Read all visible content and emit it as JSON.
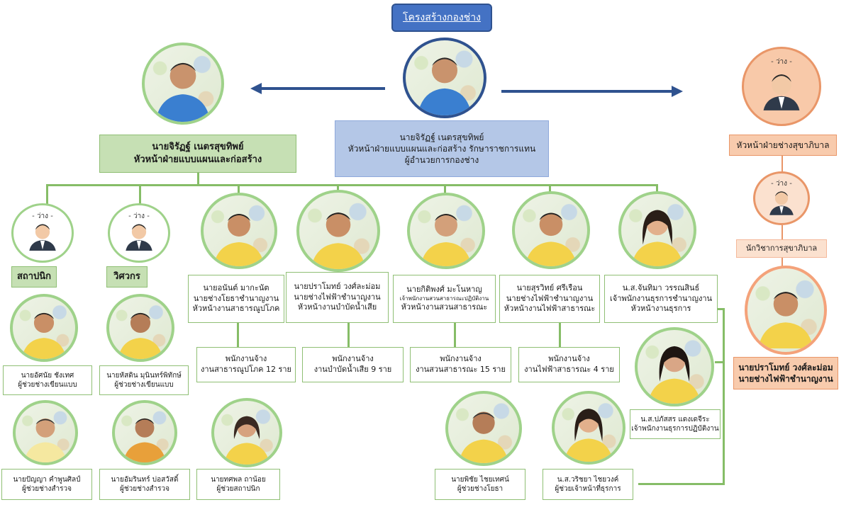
{
  "title": "โครงสร้างกองช่าง",
  "vacant_label": "- ว่าง -",
  "director": {
    "name": "นายจิรัฏฐ์ เนตรสุขทิพย์",
    "line1": "หัวหน้าฝ่ายแบบแผนและก่อสร้าง รักษาราชการแทน",
    "line2": "ผู้อำนวยการกองช่าง"
  },
  "design_head": {
    "name": "นายจิรัฏฐ์ เนตรสุขทิพย์",
    "title": "หัวหน้าฝ่ายแบบแผนและก่อสร้าง"
  },
  "sanitation": {
    "head_title": "หัวหน้าฝ่ายช่างสุขาภิบาล",
    "scientist": "นักวิชาการสุขาภิบาล",
    "tech_name": "นายปราโมทย์  วงศ์ละม่อม",
    "tech_title": "นายช่างไฟฟ้าชำนาญงาน"
  },
  "architect_label": "สถาปนิก",
  "engineer_label": "วิศวกร",
  "assistants": [
    {
      "name": "นายอัศนัย  ชังเทศ",
      "title": "ผู้ช่วยช่างเขียนแบบ"
    },
    {
      "name": "นายหัสดิน  มุนินทร์พิทักษ์",
      "title": "ผู้ช่วยช่างเขียนแบบ"
    },
    {
      "name": "นายปัญญา  คำพูนศิลป์",
      "title": "ผู้ช่วยช่างสำรวจ"
    },
    {
      "name": "นายอัมรินทร์  บ่อสวัสดิ์",
      "title": "ผู้ช่วยช่างสำรวจ"
    },
    {
      "name": "นายทศพล  ถาน้อย",
      "title": "ผู้ช่วยสถาปนิก"
    }
  ],
  "units": [
    {
      "name": "นายอนันต์  มากะนัต",
      "title": "นายช่างโยธาชำนาญงาน",
      "head": "หัวหน้างานสาธารณูปโภค",
      "staff_label": "พนักงานจ้าง",
      "staff_desc": "งานสาธารณูปโภค  12  ราย"
    },
    {
      "name": "นายปราโมทย์  วงศ์ละม่อม",
      "title": "นายช่างไฟฟ้าชำนาญงาน",
      "head": "หัวหน้างานบำบัดน้ำเสีย",
      "staff_label": "พนักงานจ้าง",
      "staff_desc": "งานบำบัดน้ำเสีย  9  ราย"
    },
    {
      "name": "นายกิติพงศ์  มะโนหาญ",
      "title": "เจ้าพนักงานสวนสาธารณะปฏิบัติงาน",
      "head": "หัวหน้างานสวนสาธารณะ",
      "staff_label": "พนักงานจ้าง",
      "staff_desc": "งานสวนสาธารณะ  15  ราย"
    },
    {
      "name": "นายสุรวิทย์  ศรีเรือน",
      "title": "นายช่างไฟฟ้าชำนาญงาน",
      "head": "หัวหน้างานไฟฟ้าสาธารณะ",
      "staff_label": "พนักงานจ้าง",
      "staff_desc": "งานไฟฟ้าสาธารณะ  4  ราย"
    },
    {
      "name": "น.ส.จันทิมา  วรรณสินธ์",
      "title": "เจ้าพนักงานธุรการชำนาญงาน",
      "head": "หัวหน้างานธุรการ"
    }
  ],
  "admin_staff": [
    {
      "name": "น.ส.ปภัสสร  แดงเดจีระ",
      "title": "เจ้าพนักงานธุรการปฏิบัติงาน"
    },
    {
      "name": "นายพิชัย  ไชยเทศน์",
      "title": "ผู้ช่วยช่างโยธา"
    },
    {
      "name": "น.ส.วริชยา  ไชยวงค์",
      "title": "ผู้ช่วยเจ้าหน้าที่ธุรการ"
    }
  ],
  "colors": {
    "accent_blue": "#4472c4",
    "arrow": "#2f528f",
    "green_box": "#c6e0b4",
    "blue_box": "#b4c7e7",
    "orange_box": "#f8cbad",
    "line_green": "#86bd67"
  }
}
